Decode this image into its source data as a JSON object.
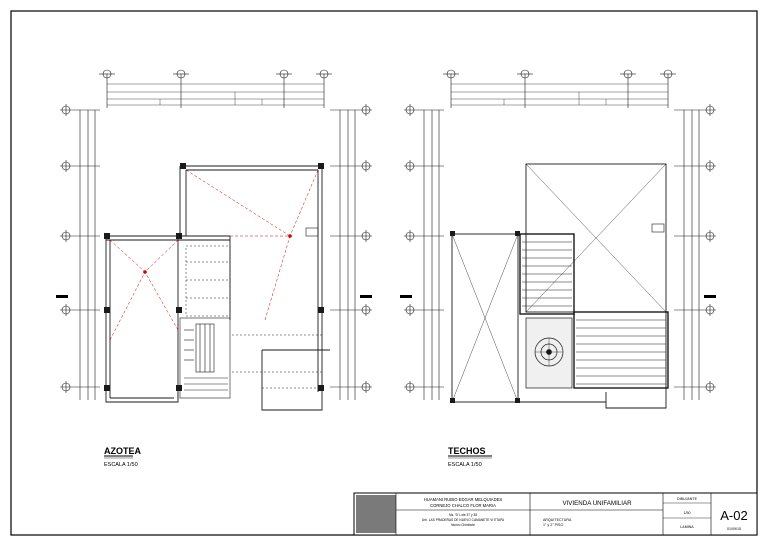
{
  "plans": {
    "azotea": {
      "title": "AZOTEA",
      "scale": "ESCALA 1/50"
    },
    "techos": {
      "title": "TECHOS",
      "scale": "ESCALA 1/50"
    }
  },
  "title_block": {
    "authors": [
      "HUAMANI RUBIO EDGAR MELQUIADES",
      "CORNEJO CHALCO FLOR MARIA"
    ],
    "address": [
      "Mz. 'D' Lote 37 y 38",
      "Urb. LAS PRADERAS DE NUEVO CAMANETE VI ETAPA",
      "Nuevo Chimbote"
    ],
    "project": "VIVIENDA UNIFAMILIAR",
    "specialty": [
      "ARQUITECTURA",
      "1° y 2° PISO"
    ],
    "scale": "1/50",
    "sheet_code": "A-02",
    "sheet_label": "LAMINA",
    "label_left": "DIBUJANTE",
    "date": "01/09/15"
  },
  "colors": {
    "line": "#1a1a1a",
    "red": "#d40000",
    "frame": "#000000",
    "gray": "#808080"
  }
}
